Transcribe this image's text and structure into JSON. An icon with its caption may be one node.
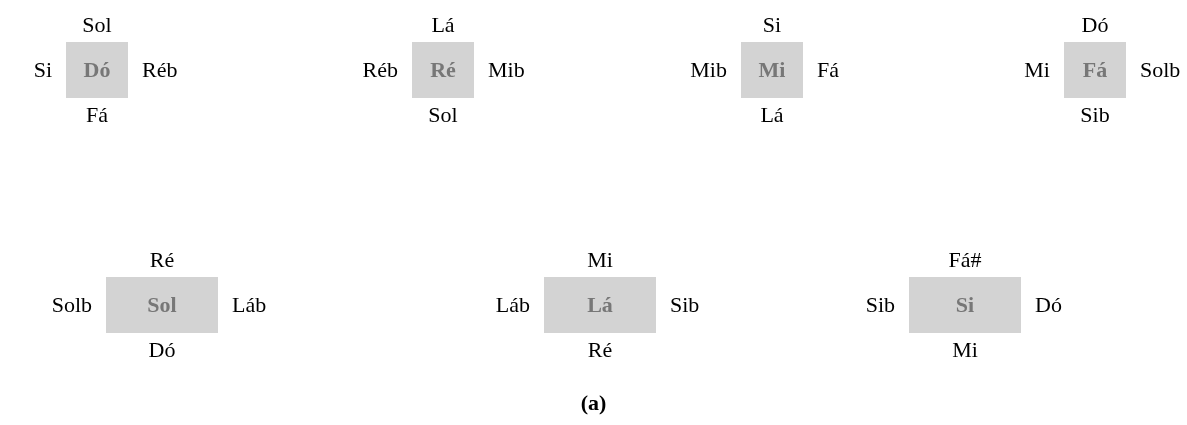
{
  "diagram": {
    "caption": "(a)",
    "nodes": [
      {
        "text": [
          "Dó"
        ],
        "beside": [
          "Sol",
          "Si",
          "Réb",
          "Fá"
        ]
      },
      {
        "text": [
          "Ré"
        ],
        "beside": [
          "Lá",
          "Réb",
          "Mib",
          "Sol"
        ]
      },
      {
        "text": [
          "Mi"
        ],
        "beside": [
          "Si",
          "Mib",
          "Fá",
          "Lá"
        ]
      },
      {
        "text": [
          "Fá"
        ],
        "beside": [
          "Dó",
          "Mi",
          "Solb",
          "Sib"
        ]
      },
      {
        "text": [
          "Sol"
        ],
        "beside": [
          "Ré",
          "Solb",
          "Láb",
          "Dó"
        ]
      },
      {
        "text": [
          "Lá"
        ],
        "beside": [
          "Mi",
          "Láb",
          "Sib",
          "Ré"
        ]
      },
      {
        "text": [
          "Si"
        ],
        "beside": [
          "Fá#",
          "Sib",
          "Dó",
          "Mi"
        ]
      }
    ]
  }
}
